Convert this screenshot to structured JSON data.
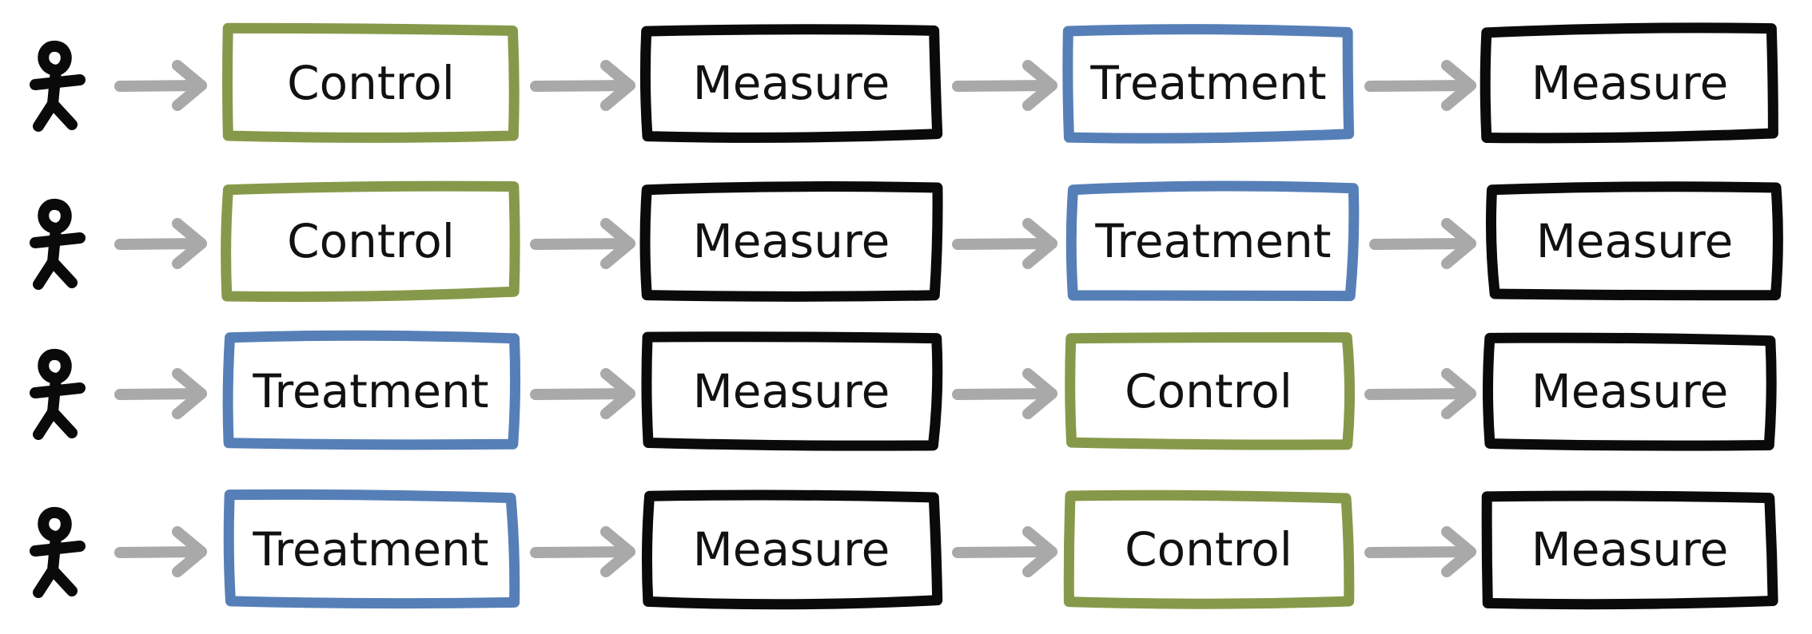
{
  "colors": {
    "control": "#86994a",
    "treatment": "#567fb7",
    "measure": "#0a0a0a",
    "arrow": "#a9a9a9",
    "person": "#0a0a0a"
  },
  "icons": {
    "participant": "stick-figure-icon",
    "flow": "arrow-right-icon"
  },
  "rows": [
    {
      "steps": [
        {
          "label": "Control",
          "kind": "control"
        },
        {
          "label": "Measure",
          "kind": "measure"
        },
        {
          "label": "Treatment",
          "kind": "treatment"
        },
        {
          "label": "Measure",
          "kind": "measure"
        }
      ]
    },
    {
      "steps": [
        {
          "label": "Control",
          "kind": "control"
        },
        {
          "label": "Measure",
          "kind": "measure"
        },
        {
          "label": "Treatment",
          "kind": "treatment"
        },
        {
          "label": "Measure",
          "kind": "measure"
        }
      ]
    },
    {
      "steps": [
        {
          "label": "Treatment",
          "kind": "treatment"
        },
        {
          "label": "Measure",
          "kind": "measure"
        },
        {
          "label": "Control",
          "kind": "control"
        },
        {
          "label": "Measure",
          "kind": "measure"
        }
      ]
    },
    {
      "steps": [
        {
          "label": "Treatment",
          "kind": "treatment"
        },
        {
          "label": "Measure",
          "kind": "measure"
        },
        {
          "label": "Control",
          "kind": "control"
        },
        {
          "label": "Measure",
          "kind": "measure"
        }
      ]
    }
  ]
}
